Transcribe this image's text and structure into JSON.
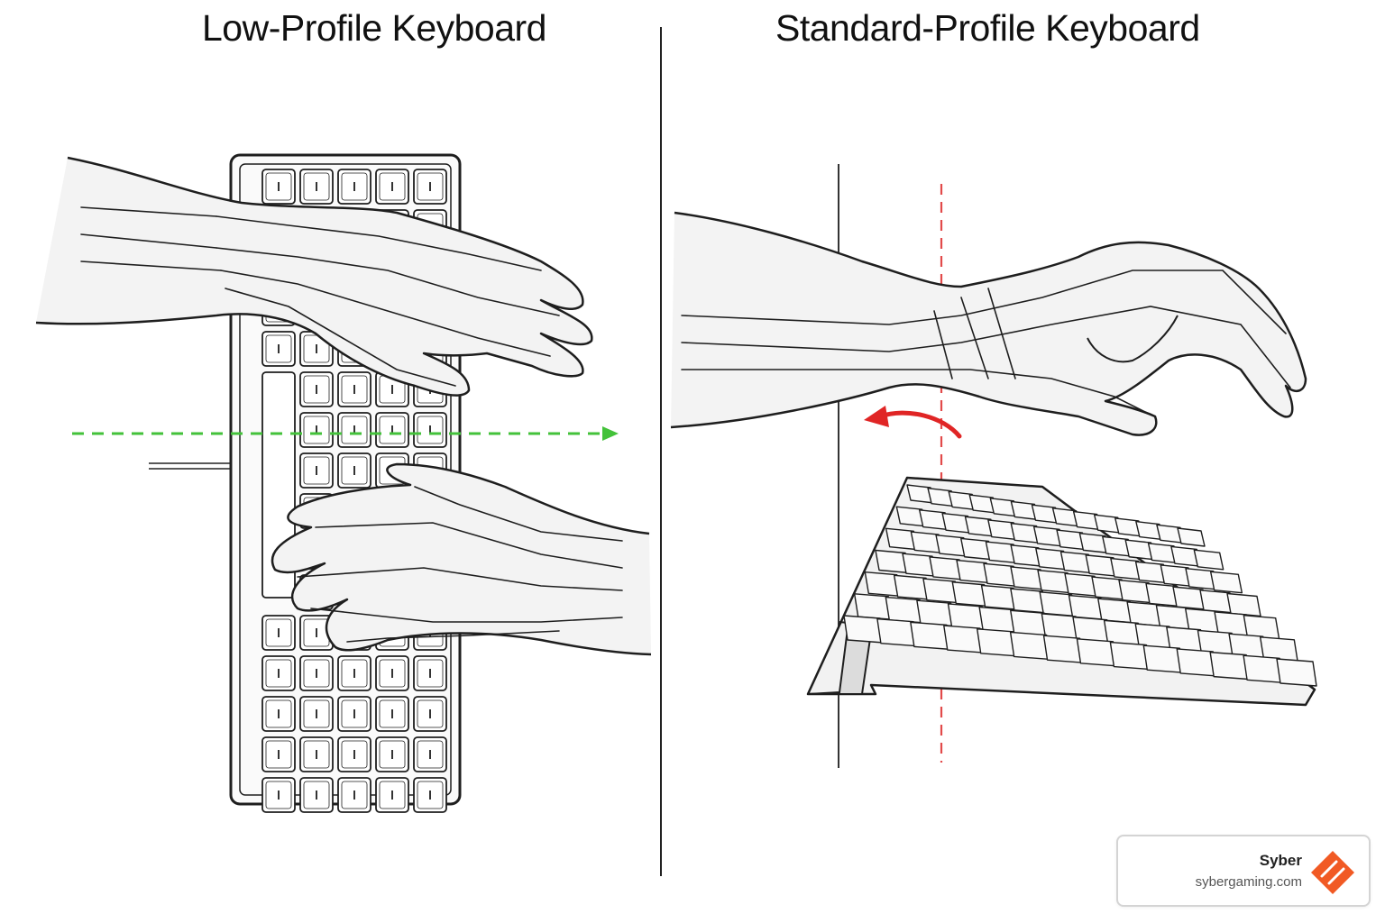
{
  "panels": {
    "left": {
      "title": "Low-Profile Keyboard"
    },
    "right": {
      "title": "Standard-Profile Keyboard"
    }
  },
  "colors": {
    "line": "#1e1e1e",
    "bone": "#f4f4f4",
    "alignment_arrow": "#43c23a",
    "extension_arrow": "#e02525",
    "plumb_line": "#e24a4a",
    "brand_orange": "#f15a24"
  },
  "icons": {
    "logo": "syber-logo-icon",
    "green_arrow": "horizontal-dashed-arrow",
    "red_arrow": "curved-arrow-left"
  },
  "brand": {
    "name": "Syber",
    "url": "sybergaming.com"
  }
}
